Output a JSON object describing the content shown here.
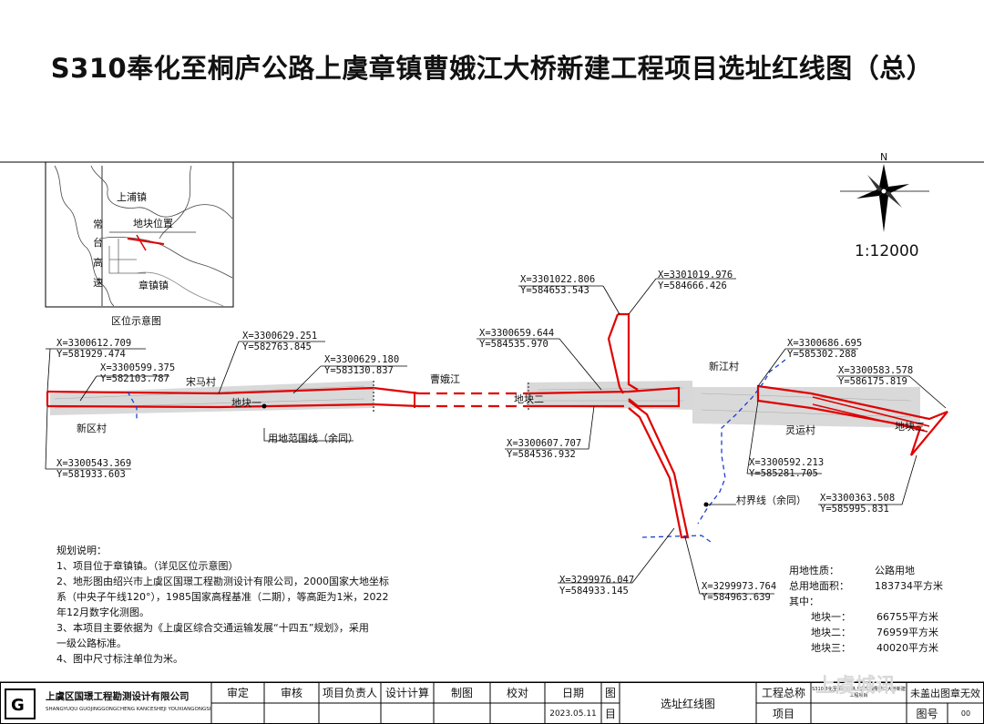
{
  "title": "S310奉化至桐庐公路上虞章镇曹娥江大桥新建工程项目选址红线图（总）",
  "inset": {
    "caption": "区位示意图",
    "towns": [
      "上浦镇",
      "章镇镇"
    ],
    "parcel_label": "地块位置",
    "highway_chars": [
      "常",
      "台",
      "高",
      "速"
    ]
  },
  "compass": {
    "north": "N",
    "scale": "1:12000"
  },
  "map_labels": {
    "songma": "宋马村",
    "xinqu": "新区村",
    "parcel1": "地块一",
    "parcel2": "地块二",
    "parcel3": "地块三",
    "river": "曹娥江",
    "xinjiang": "新江村",
    "lingyun": "灵运村",
    "land_line": "用地范围线（余同）",
    "village_line": "村界线（余同）"
  },
  "coords": [
    {
      "x": "X=3300612.709",
      "y": "Y=581929.474"
    },
    {
      "x": "X=3300599.375",
      "y": "Y=582103.787"
    },
    {
      "x": "X=3300629.251",
      "y": "Y=582763.845"
    },
    {
      "x": "X=3300629.180",
      "y": "Y=583130.837"
    },
    {
      "x": "X=3300543.369",
      "y": "Y=581933.603"
    },
    {
      "x": "X=3301022.806",
      "y": "Y=584653.543"
    },
    {
      "x": "X=3301019.976",
      "y": "Y=584666.426"
    },
    {
      "x": "X=3300659.644",
      "y": "Y=584535.970"
    },
    {
      "x": "X=3300607.707",
      "y": "Y=584536.932"
    },
    {
      "x": "X=3300686.695",
      "y": "Y=585302.288"
    },
    {
      "x": "X=3300583.578",
      "y": "Y=586175.819"
    },
    {
      "x": "X=3300592.213",
      "y": "Y=585281.705"
    },
    {
      "x": "X=3300363.508",
      "y": "Y=585995.831"
    },
    {
      "x": "X=3299976.047",
      "y": "Y=584933.145"
    },
    {
      "x": "X=3299973.764",
      "y": "Y=584963.639"
    }
  ],
  "notes": {
    "heading": "规划说明：",
    "lines": [
      "1、项目位于章镇镇。（详见区位示意图）",
      "2、地形图由绍兴市上虞区国璟工程勘测设计有限公司，2000国家大地坐标",
      "系（中央子午线120°），1985国家高程基准（二期），等高距为1米，2022",
      "年12月数字化测图。",
      "3、本项目主要依据为《上虞区综合交通运输发展“十四五”规划》，采用",
      "一级公路标准。",
      "4、图中尺寸标注单位为米。"
    ]
  },
  "stats": {
    "nature_label": "用地性质：",
    "nature_value": "公路用地",
    "total_label": "总用地面积：",
    "total_value": "183734平方米",
    "among": "其中：",
    "parcels": [
      {
        "label": "地块一：",
        "value": "66755平方米"
      },
      {
        "label": "地块二：",
        "value": "76959平方米"
      },
      {
        "label": "地块三：",
        "value": "40020平方米"
      }
    ]
  },
  "titleblock": {
    "company": "上虞区国璟工程勘测设计有限公司",
    "company_en": "SHANGYUQU GUOJINGGONGCHENG KANCESHEJI YOUXIANGONGSI",
    "headers": [
      "审定",
      "审核",
      "项目负责人",
      "设计计算",
      "制图",
      "校对"
    ],
    "date_label": "日期",
    "date_value": "2023.05.11",
    "tu": "图",
    "mu": "目",
    "drawing_name": "选址红线图",
    "project_label": "工程总称",
    "project_value": "S310奉化至桐庐公路上虞章镇曹娥江大桥新建工程项目",
    "item_label": "项目",
    "stamp": "未盖出图章无效",
    "sheet_label": "图号",
    "sheet_value": "00"
  },
  "watermark": "上虞城讯"
}
